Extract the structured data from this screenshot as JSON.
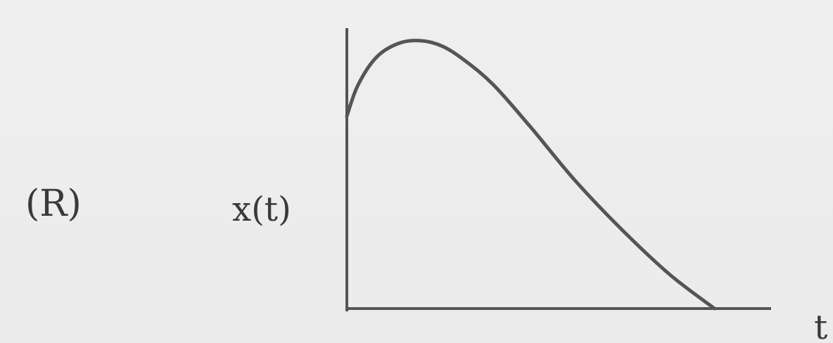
{
  "panel_label": "(R)",
  "chart_data": {
    "type": "line",
    "xlabel": "t",
    "ylabel": "x(t)",
    "grid": false,
    "xlim": [
      0,
      1.15
    ],
    "ylim": [
      0,
      1.0
    ],
    "series": [
      {
        "x": [
          0,
          0.03,
          0.08,
          0.14,
          0.2,
          0.26,
          0.32,
          0.4,
          0.5,
          0.62,
          0.75,
          0.88,
          1.0
        ],
        "y": [
          0.69,
          0.8,
          0.9,
          0.95,
          0.96,
          0.94,
          0.89,
          0.8,
          0.65,
          0.46,
          0.28,
          0.12,
          0.0
        ]
      }
    ]
  }
}
